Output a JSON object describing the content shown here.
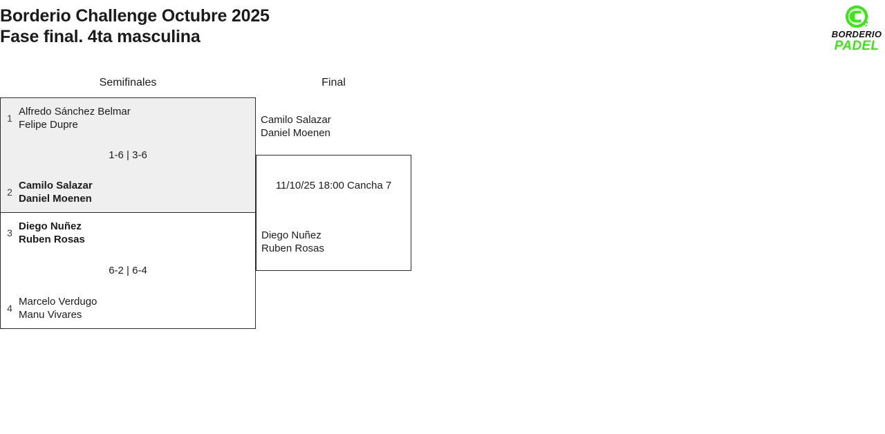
{
  "header": {
    "title": "Borderio Challenge Octubre 2025\nFase final. 4ta masculina"
  },
  "logo": {
    "mark": "borderio-padel-at-mark",
    "word_top": "BORDERIO",
    "word_bottom": "PADEL",
    "green": "#3ce717",
    "black": "#111111"
  },
  "rounds": [
    {
      "id": "semifinals",
      "label": "Semifinales"
    },
    {
      "id": "final",
      "label": "Final"
    }
  ],
  "bracket": {
    "semifinals": [
      {
        "id": "sf1",
        "shaded": true,
        "top": {
          "seed": "1",
          "names": "Alfredo Sánchez Belmar\nFelipe Dupre",
          "winner": false
        },
        "bottom": {
          "seed": "2",
          "names": "Camilo Salazar\nDaniel Moenen",
          "winner": true
        },
        "score": "1-6 | 3-6"
      },
      {
        "id": "sf2",
        "shaded": false,
        "top": {
          "seed": "3",
          "names": "Diego Nuñez\nRuben Rosas",
          "winner": true
        },
        "bottom": {
          "seed": "4",
          "names": "Marcelo Verdugo\nManu Vivares",
          "winner": false
        },
        "score": "6-2 | 6-4"
      }
    ],
    "final": {
      "id": "final",
      "top_team": "Camilo Salazar\nDaniel Moenen",
      "bottom_team": "Diego Nuñez\nRuben Rosas",
      "info": "11/10/25 18:00 Cancha 7"
    }
  }
}
